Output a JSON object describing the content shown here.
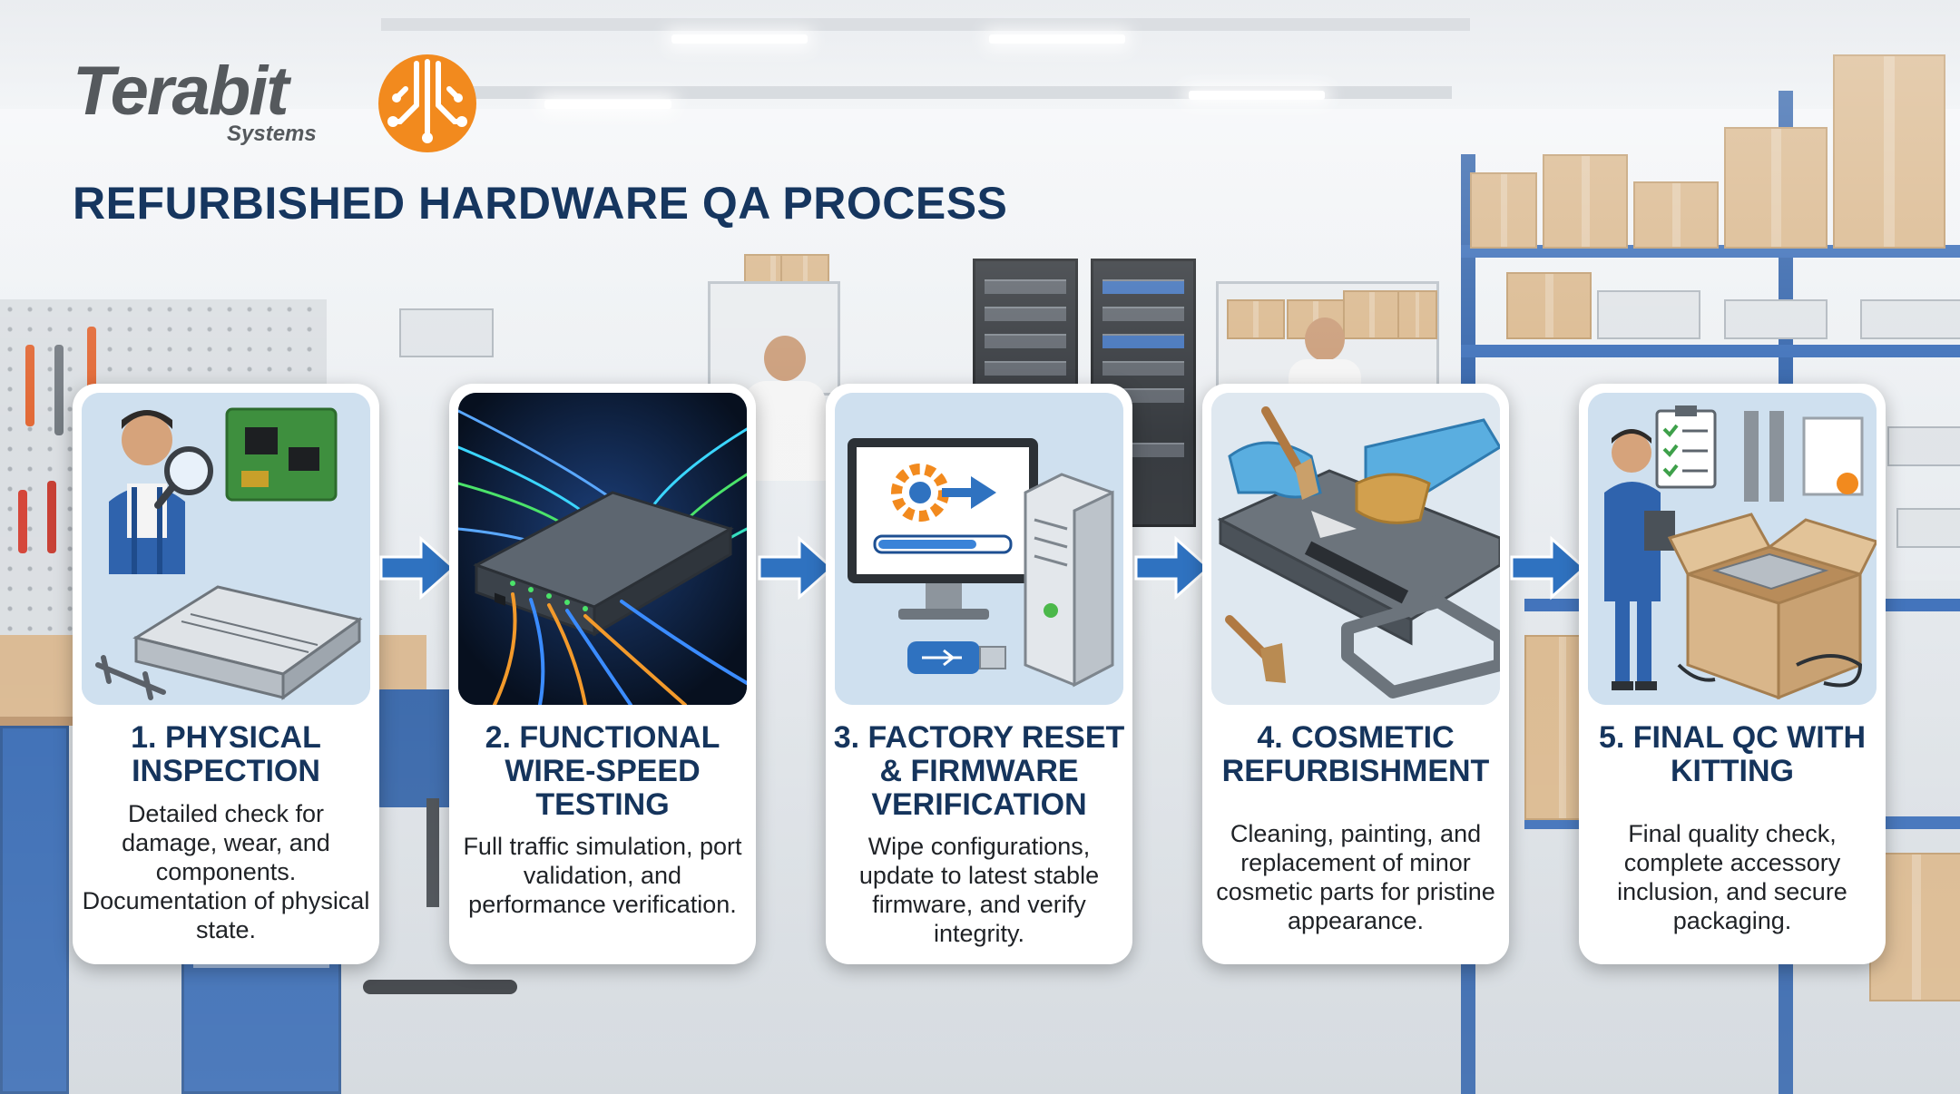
{
  "brand": {
    "name": "Terabit",
    "tagline": "Systems",
    "mark_color": "#f28a1e"
  },
  "title": "REFURBISHED HARDWARE QA PROCESS",
  "colors": {
    "title": "#16365f",
    "arrow": "#2f72c0",
    "card_background": "#ffffff",
    "illustration_background": "#cfe0ef"
  },
  "steps": [
    {
      "title": "1. PHYSICAL INSPECTION",
      "description": "Detailed check for damage, wear, and components. Documentation of physical state.",
      "icon": "technician-magnifier-icon"
    },
    {
      "title": "2. FUNCTIONAL WIRE-SPEED TESTING",
      "description": "Full traffic simulation, port validation, and performance verification.",
      "icon": "network-switch-icon"
    },
    {
      "title": "3. FACTORY RESET & FIRMWARE VERIFICATION",
      "description": "Wipe configurations, update to latest stable firmware, and verify integrity.",
      "icon": "computer-firmware-icon"
    },
    {
      "title": "4. COSMETIC REFURBISHMENT",
      "description": "Cleaning, painting, and replacement of minor cosmetic parts for pristine appearance.",
      "icon": "cleaning-brush-icon"
    },
    {
      "title": "5. FINAL QC WITH KITTING",
      "description": "Final quality check, complete accessory inclusion, and secure packaging.",
      "icon": "packaging-box-icon"
    }
  ]
}
